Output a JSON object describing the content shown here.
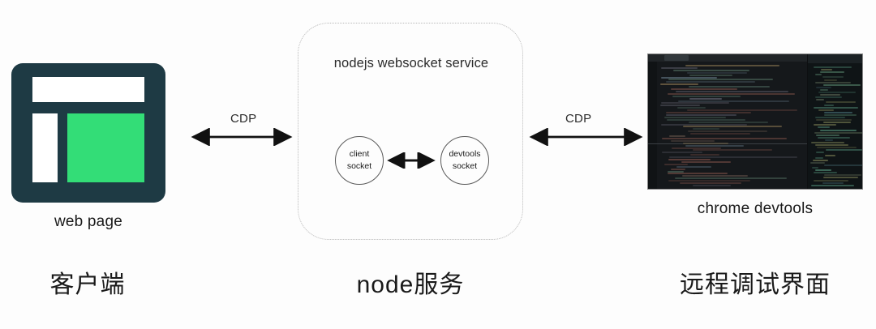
{
  "diagram": {
    "background_color": "#fdfdfd",
    "nodes": {
      "webpage": {
        "caption": "web page",
        "bottom_label": "客户端",
        "icon": "browser-window-icon",
        "frame_color": "#1e3a44",
        "accent_color": "#33dd77",
        "panel_color": "#ffffff"
      },
      "node_service": {
        "title": "nodejs websocket service",
        "bottom_label": "node服务",
        "border_color": "#b9b9b9",
        "border_style": "dotted",
        "sockets": [
          {
            "id": "client-socket",
            "line1": "client",
            "line2": "socket"
          },
          {
            "id": "devtools-socket",
            "line1": "devtools",
            "line2": "socket"
          }
        ]
      },
      "devtools": {
        "caption": "chrome devtools",
        "bottom_label": "远程调试界面",
        "icon": "devtools-screenshot",
        "background_color": "#0d0f11"
      }
    },
    "connections": [
      {
        "id": "cdp-left",
        "label": "CDP",
        "direction": "bidirectional",
        "from": "webpage",
        "to": "client-socket"
      },
      {
        "id": "socket-link",
        "label": "",
        "direction": "bidirectional",
        "from": "client-socket",
        "to": "devtools-socket"
      },
      {
        "id": "cdp-right",
        "label": "CDP",
        "direction": "bidirectional",
        "from": "devtools-socket",
        "to": "devtools"
      }
    ]
  }
}
